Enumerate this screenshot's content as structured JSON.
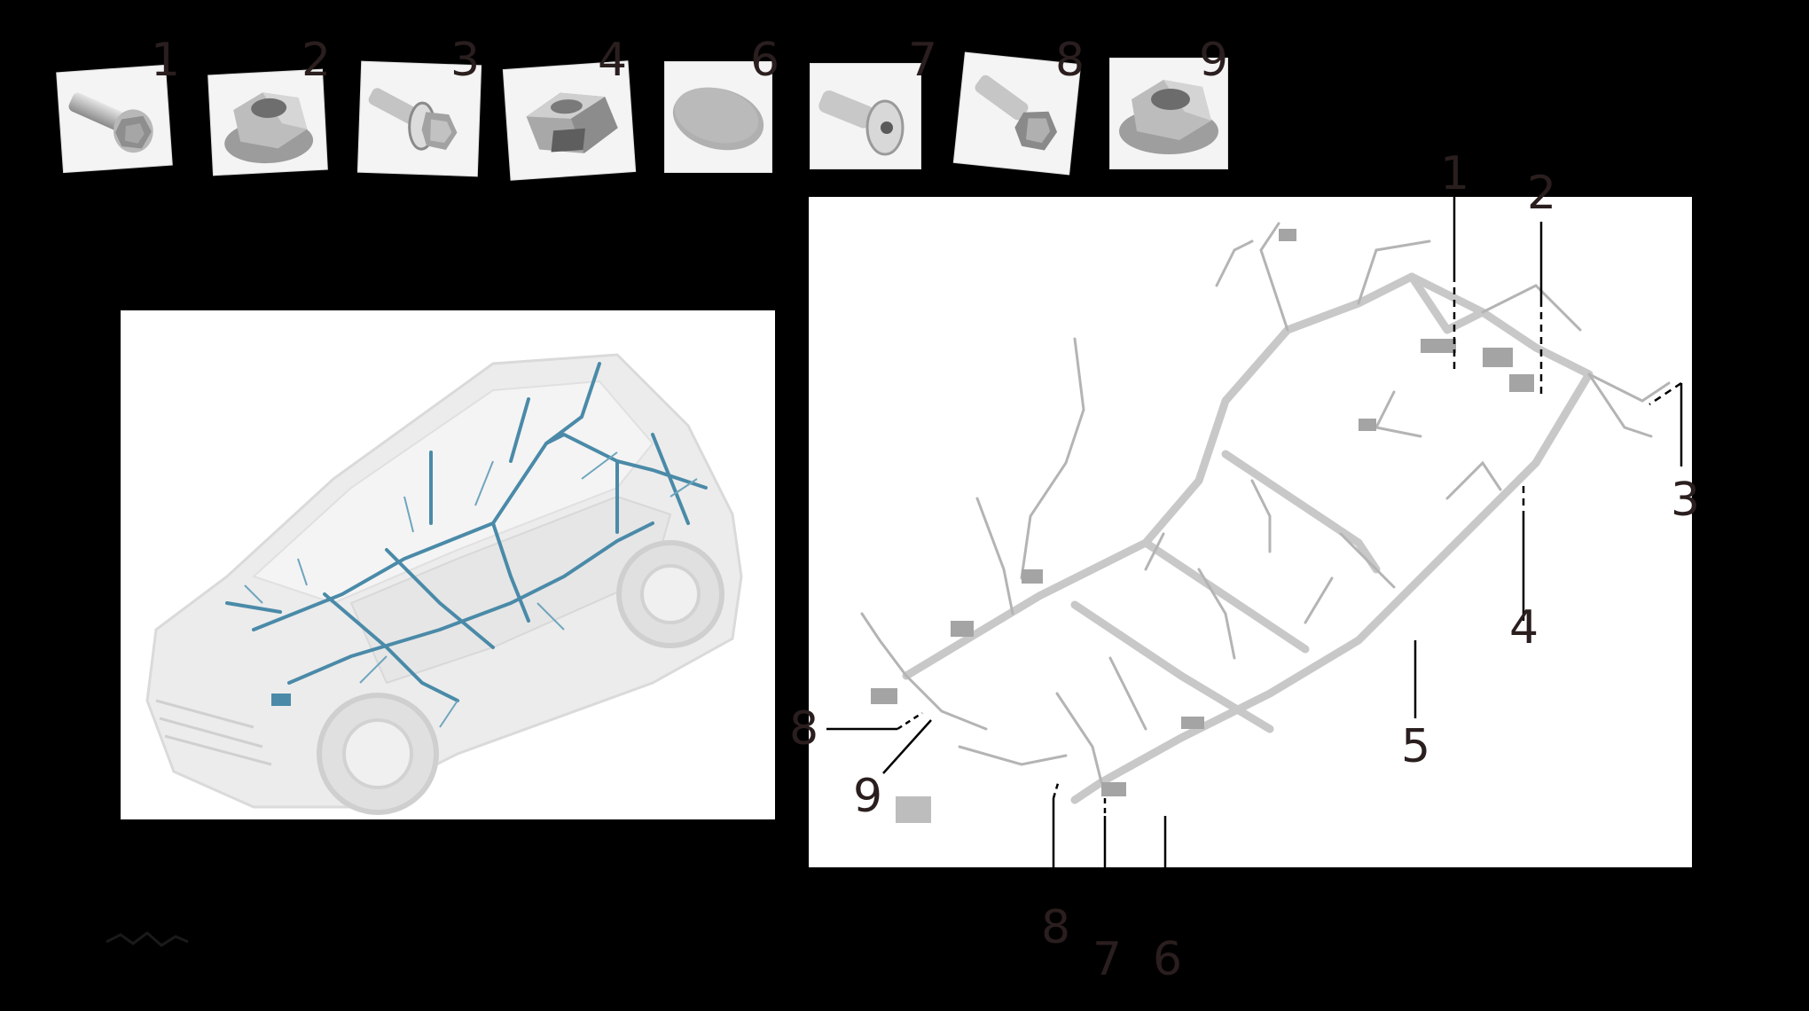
{
  "parts": [
    {
      "number": "1",
      "icon": "flange-bolt-icon"
    },
    {
      "number": "2",
      "icon": "flange-nut-icon"
    },
    {
      "number": "3",
      "icon": "stud-bolt-with-washer-icon"
    },
    {
      "number": "4",
      "icon": "hex-nut-icon"
    },
    {
      "number": "6",
      "icon": "oval-pad-icon"
    },
    {
      "number": "7",
      "icon": "push-rivet-icon"
    },
    {
      "number": "8",
      "icon": "hex-bolt-icon"
    },
    {
      "number": "9",
      "icon": "flange-nut-icon"
    }
  ],
  "callouts": [
    "1",
    "2",
    "3",
    "4",
    "5",
    "8",
    "9",
    "8",
    "7",
    "6"
  ],
  "colors": {
    "background": "#000000",
    "panel": "#ffffff",
    "harness_highlight": "#4a8aa8",
    "harness_grey": "#c8c8c8",
    "label": "#2a1e1e"
  }
}
